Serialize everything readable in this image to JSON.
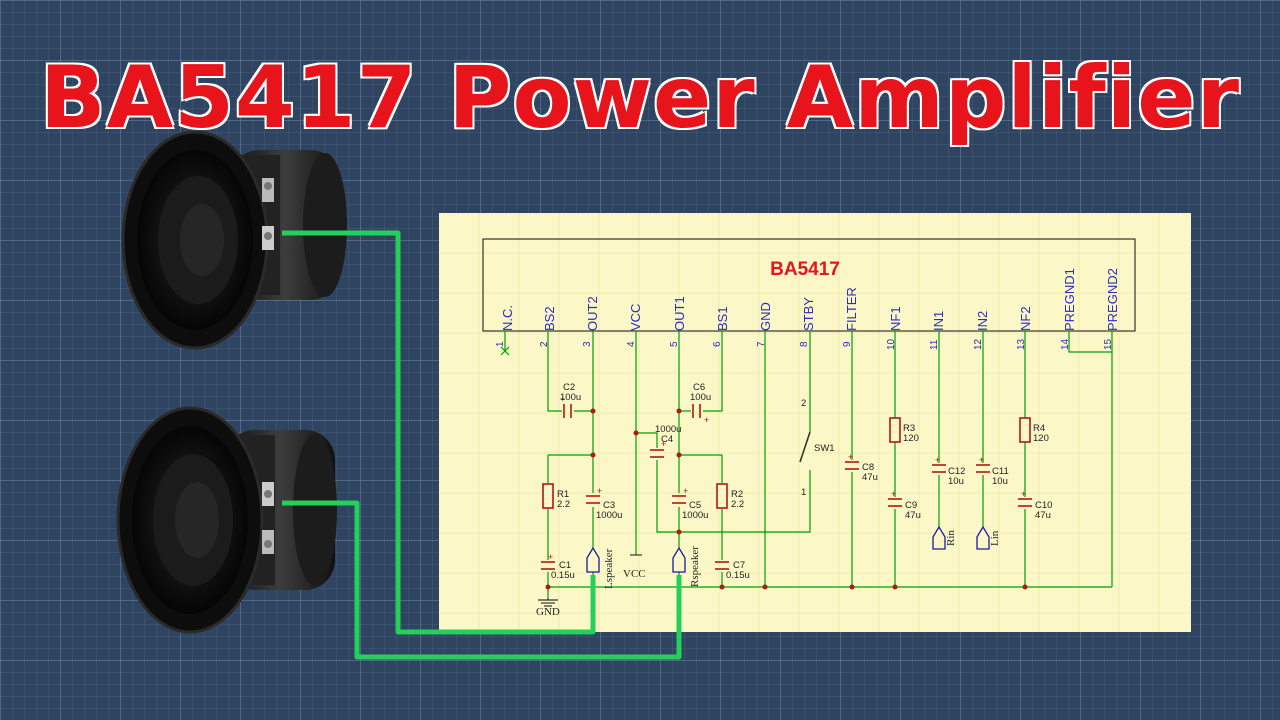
{
  "title": "BA5417 Power Amplifier",
  "ic_name": "BA5417",
  "pins": [
    {
      "num": "1",
      "name": "N.C."
    },
    {
      "num": "2",
      "name": "BS2"
    },
    {
      "num": "3",
      "name": "OUT2"
    },
    {
      "num": "4",
      "name": "VCC"
    },
    {
      "num": "5",
      "name": "OUT1"
    },
    {
      "num": "6",
      "name": "BS1"
    },
    {
      "num": "7",
      "name": "GND"
    },
    {
      "num": "8",
      "name": "STBY"
    },
    {
      "num": "9",
      "name": "FILTER"
    },
    {
      "num": "10",
      "name": "NF1"
    },
    {
      "num": "11",
      "name": "IN1"
    },
    {
      "num": "12",
      "name": "IN2"
    },
    {
      "num": "13",
      "name": "NF2"
    },
    {
      "num": "14",
      "name": "PREGND1"
    },
    {
      "num": "15",
      "name": "PREGND2"
    }
  ],
  "components": {
    "c2": {
      "ref": "C2",
      "val": "100u"
    },
    "c6": {
      "ref": "C6",
      "val": "100u"
    },
    "c4": {
      "ref": "C4",
      "val": "1000u"
    },
    "r1": {
      "ref": "R1",
      "val": "2.2"
    },
    "c3": {
      "ref": "C3",
      "val": "1000u"
    },
    "c5": {
      "ref": "C5",
      "val": "1000u"
    },
    "r2": {
      "ref": "R2",
      "val": "2.2"
    },
    "c1": {
      "ref": "C1",
      "val": "0.15u"
    },
    "c7": {
      "ref": "C7",
      "val": "0.15u"
    },
    "sw1": {
      "ref": "SW1",
      "pin_top": "2",
      "pin_bottom": "1"
    },
    "c8": {
      "ref": "C8",
      "val": "47u"
    },
    "r3": {
      "ref": "R3",
      "val": "120"
    },
    "c9": {
      "ref": "C9",
      "val": "47u"
    },
    "c12": {
      "ref": "C12",
      "val": "10u"
    },
    "c11": {
      "ref": "C11",
      "val": "10u"
    },
    "r4": {
      "ref": "R4",
      "val": "120"
    },
    "c10": {
      "ref": "C10",
      "val": "47u"
    }
  },
  "ports": {
    "lspeaker": "Lspeaker",
    "rspeaker": "Rspeaker",
    "vcc": "VCC",
    "gnd": "GND",
    "rin": "Rin",
    "lin": "Lin"
  },
  "colors": {
    "title": "#e8141b",
    "board": "#fbf7c6",
    "wire": "#00a000",
    "speaker_wire": "#22d05a",
    "component": "#b01818",
    "pin_text": "#2b2bbf"
  }
}
